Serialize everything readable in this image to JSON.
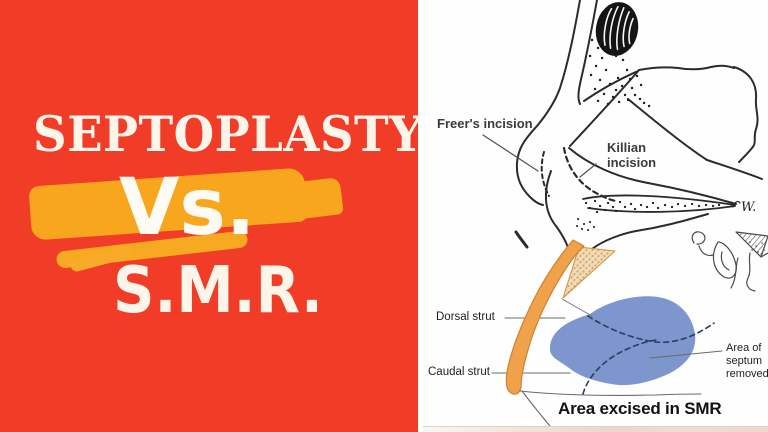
{
  "slide": {
    "left_panel": {
      "title": "SEPTOPLASTY",
      "versus": "Vs.",
      "subtitle": "S.M.R."
    },
    "right_panel": {
      "top_diagram": {
        "label_freer": "Freer's incision",
        "label_killian": "Killian incision",
        "signature": "W."
      },
      "bottom_diagram": {
        "label_dorsal": "Dorsal strut",
        "label_caudal": "Caudal strut",
        "label_area": "Area of septum removed",
        "caption": "Area excised in SMR"
      }
    },
    "colors": {
      "background_red": "#F13C27",
      "highlight_orange": "#F7A61E",
      "text_cream": "#FDF5EA",
      "strut_orange": "#F0A24B",
      "removed_area_blue": "#7D96CD",
      "bone_tan": "#EFDCBA",
      "ink": "#2B2B2B"
    }
  }
}
